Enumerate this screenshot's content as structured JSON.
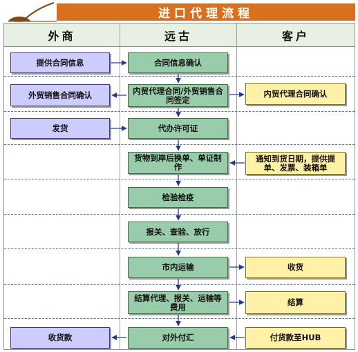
{
  "title": "进口代理流程",
  "columns": {
    "foreign": "外商",
    "yuangu": "远古",
    "customer": "客户"
  },
  "steps": {
    "foreign": [
      "提供合同信息",
      "外贸销售合同确认",
      "发货",
      "收货款"
    ],
    "yuangu": [
      "合同信息确认",
      "内贸代理合同/外贸销售合同签定",
      "代办许可证",
      "货物到岸后换单、单证制作",
      "检验检疫",
      "报关、查验、放行",
      "市内运输",
      "结算代理、报关、运输等费用",
      "对外付汇"
    ],
    "customer": [
      "内贸代理合同确认",
      "通知到货日期，提供提单、发票、装箱单",
      "收货",
      "结算",
      "付货款至HUB"
    ]
  },
  "colors": {
    "title_bar": "#d8701f",
    "foreign_box": "#ccccff",
    "yuangu_box": "#99ccaa",
    "customer_box": "#fff2a8",
    "header_bg": "#e8f0e4"
  },
  "icons": {
    "logo": "spoon-bowl-icon"
  }
}
